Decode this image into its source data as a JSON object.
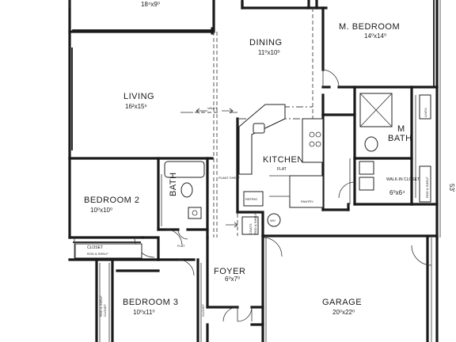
{
  "rooms": {
    "top_room_dim": "18⁴x9⁰",
    "dining": {
      "name": "DINING",
      "dim": "11⁰x10⁰"
    },
    "master_bedroom": {
      "name": "M. BEDROOM",
      "dim": "14⁰x14⁰"
    },
    "living": {
      "name": "LIVING",
      "dim": "16²x15⁶"
    },
    "kitchen": {
      "name": "KITCHEN",
      "flat": "FLAT"
    },
    "master_bath": {
      "name_m": "M",
      "name": "BATH"
    },
    "walk_in_closet": {
      "name": "WALK-IN CLOSET",
      "dim": "6⁰x6⁴"
    },
    "bedroom2": {
      "name": "BEDROOM 2",
      "dim": "10⁰x10⁰"
    },
    "bath": {
      "name": "BATH"
    },
    "foyer": {
      "name": "FOYER",
      "dim": "6⁰x7⁰"
    },
    "bedroom3": {
      "name": "BEDROOM 3",
      "dim": "10⁰x11⁰"
    },
    "garage": {
      "name": "GARAGE",
      "dim": "20⁰x22⁰"
    }
  },
  "small_labels": {
    "vault": "VAULT",
    "plant_shelf": "PLANT SHELF",
    "refrig": "REFRIG",
    "pantry": "PANTRY",
    "wh": "WH",
    "coats": "COATS",
    "rod_shelf": "ROD & SHELF",
    "closet": "CLOSET",
    "flat": "FLAT",
    "linen": "LINEN",
    "overall_dim": "53'"
  }
}
